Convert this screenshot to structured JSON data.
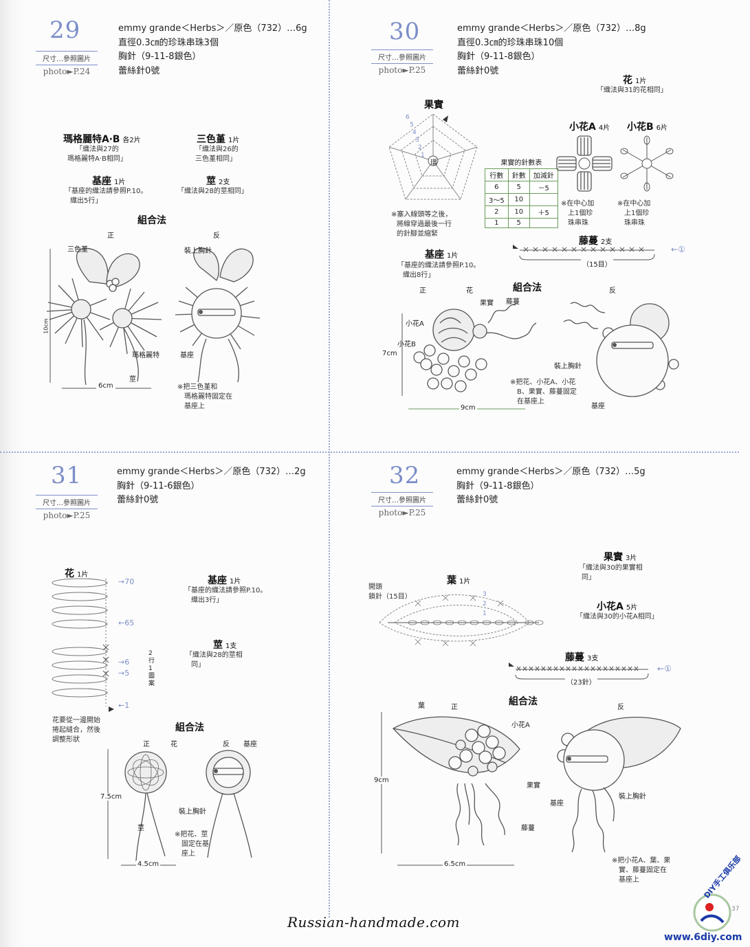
{
  "patterns": [
    {
      "number": "29",
      "ref_size": "尺寸…參照圖片",
      "ref_photo": "photo►P.24",
      "materials": [
        "emmy grande＜Herbs＞／原色（732）…6g",
        "直徑0.3㎝的珍珠串珠3個",
        "胸針（9-11-8銀色）",
        "蕾絲針0號"
      ],
      "parts": [
        {
          "title": "瑪格麗特A‧B",
          "count": "各2片",
          "note_lines": [
            "「織法與27的",
            "瑪格麗特A‧B相同」"
          ]
        },
        {
          "title": "三色堇",
          "count": "1片",
          "note_lines": [
            "「織法與26的",
            "三色堇相同」"
          ]
        },
        {
          "title": "基座",
          "count": "1片",
          "note_lines": [
            "「基座的織法請參照P.10。",
            "織出5行」"
          ]
        },
        {
          "title": "莖",
          "count": "2支",
          "note_lines": [
            "「織法與28的莖相同」"
          ]
        }
      ],
      "assembly": {
        "title": "組合法",
        "front": "正",
        "back": "反",
        "labels": {
          "pansy": "三色堇",
          "pin": "裝上胸針",
          "daisy": "瑪格麗特",
          "base": "基座",
          "stem": "莖"
        },
        "dim_h": "10cm",
        "dim_w": "6cm",
        "note": [
          "※把三色堇和",
          "瑪格麗特固定在",
          "基座上"
        ]
      }
    },
    {
      "number": "30",
      "ref_size": "尺寸…參照圖片",
      "ref_photo": "photo►P.25",
      "materials": [
        "emmy grande＜Herbs＞／原色（732）…8g",
        "直徑0.3㎝的珍珠串珠10個",
        "胸針（9-11-8銀色）",
        "蕾絲針0號"
      ],
      "flower": {
        "title": "花",
        "count": "1片",
        "note": "「織法與31的花相同」"
      },
      "fruit": {
        "title": "果實",
        "note": [
          "※塞入線頭等之後，",
          "將線穿過最後一行",
          "的針腳並縮緊"
        ],
        "center_label": "環",
        "row_markers": [
          "6",
          "5",
          "4",
          "3",
          "2",
          "1"
        ]
      },
      "count_table": {
        "caption": "果實的針數表",
        "headers": [
          "行數",
          "針數",
          "加減針"
        ],
        "rows": [
          [
            "6",
            "5",
            "－5"
          ],
          [
            "3〜5",
            "10",
            ""
          ],
          [
            "2",
            "10",
            "＋5"
          ],
          [
            "1",
            "5",
            ""
          ]
        ]
      },
      "small_a": {
        "title": "小花A",
        "count": "4片",
        "note": [
          "※在中心加",
          "上1個珍",
          "珠串珠"
        ]
      },
      "small_b": {
        "title": "小花B",
        "count": "6片",
        "note": [
          "※在中心加",
          "上1個珍",
          "珠串珠"
        ]
      },
      "vine": {
        "title": "藤蔓",
        "count": "2支",
        "dim": "（15目）",
        "marker": "①"
      },
      "base": {
        "title": "基座",
        "count": "1片",
        "note": [
          "「基座的織法請參照P.10。",
          "織出8行」"
        ]
      },
      "assembly": {
        "title": "組合法",
        "front": "正",
        "back": "反",
        "labels": {
          "flower": "花",
          "fruit": "果實",
          "vine": "藤蔓",
          "small_a": "小花A",
          "small_b": "小花B",
          "pin": "裝上胸針",
          "base": "基座"
        },
        "dim_h": "7cm",
        "dim_w": "9cm",
        "note": [
          "※把花、小花A、小花",
          "B、果實、藤蔓固定",
          "在基座上"
        ]
      }
    },
    {
      "number": "31",
      "ref_size": "尺寸…參照圖片",
      "ref_photo": "photo►P.25",
      "materials": [
        "emmy grande＜Herbs＞／原色（732）…2g",
        "胸針（9-11-6銀色）",
        "蕾絲針0號"
      ],
      "flower": {
        "title": "花",
        "count": "1片",
        "markers": [
          "70",
          "65",
          "6",
          "5",
          "1"
        ],
        "side": [
          "2",
          "行",
          "1",
          "圖",
          "案"
        ],
        "note": [
          "花要從一邊開始",
          "捲起縫合，然後",
          "調整形狀"
        ]
      },
      "base": {
        "title": "基座",
        "count": "1片",
        "note": [
          "「基座的織法請參照P.10。",
          "織出3行」"
        ]
      },
      "stem": {
        "title": "莖",
        "count": "1支",
        "note": [
          "「織法與28的莖相",
          "同」"
        ]
      },
      "assembly": {
        "title": "組合法",
        "front": "正",
        "back": "反",
        "labels": {
          "flower": "花",
          "base": "基座",
          "pin": "裝上胸針",
          "stem": "莖"
        },
        "dim_h": "7.5cm",
        "dim_w": "4.5cm",
        "note": [
          "※把花、莖",
          "固定在基",
          "座上"
        ]
      }
    },
    {
      "number": "32",
      "ref_size": "尺寸…參照圖片",
      "ref_photo": "photo►P.25",
      "materials": [
        "emmy grande＜Herbs＞／原色（732）…5g",
        "胸針（9-11-8銀色）",
        "蕾絲針0號"
      ],
      "fruit": {
        "title": "果實",
        "count": "3片",
        "note": [
          "「織法與30的果實相",
          "同」"
        ]
      },
      "small_a": {
        "title": "小花A",
        "count": "5片",
        "note": [
          "「織法與30的小花A相同」"
        ]
      },
      "leaf": {
        "title": "葉",
        "count": "1片",
        "start": [
          "開頭",
          "鎖針（15目）"
        ],
        "markers": [
          "3",
          "2",
          "1"
        ]
      },
      "vine": {
        "title": "藤蔓",
        "count": "3支",
        "dim": "（23針）",
        "marker": "①"
      },
      "assembly": {
        "title": "組合法",
        "front": "正",
        "back": "反",
        "labels": {
          "leaf": "葉",
          "small_a": "小花A",
          "fruit": "果實",
          "base": "基座",
          "vine": "藤蔓",
          "pin": "裝上胸針"
        },
        "dim_h": "9cm",
        "dim_w": "6.5cm",
        "note": [
          "※把小花A、葉、果",
          "實、藤蔓固定在",
          "基座上"
        ]
      }
    }
  ],
  "watermark": "Russian-handmade.com",
  "logo": {
    "arc_text": "DIY手工俱乐部",
    "url": "www.6diy.com",
    "page_num": "37"
  },
  "colors": {
    "accent": "#7c8ec8",
    "table_border": "#6a9a5a",
    "logo_blue": "#1a3aa8"
  }
}
